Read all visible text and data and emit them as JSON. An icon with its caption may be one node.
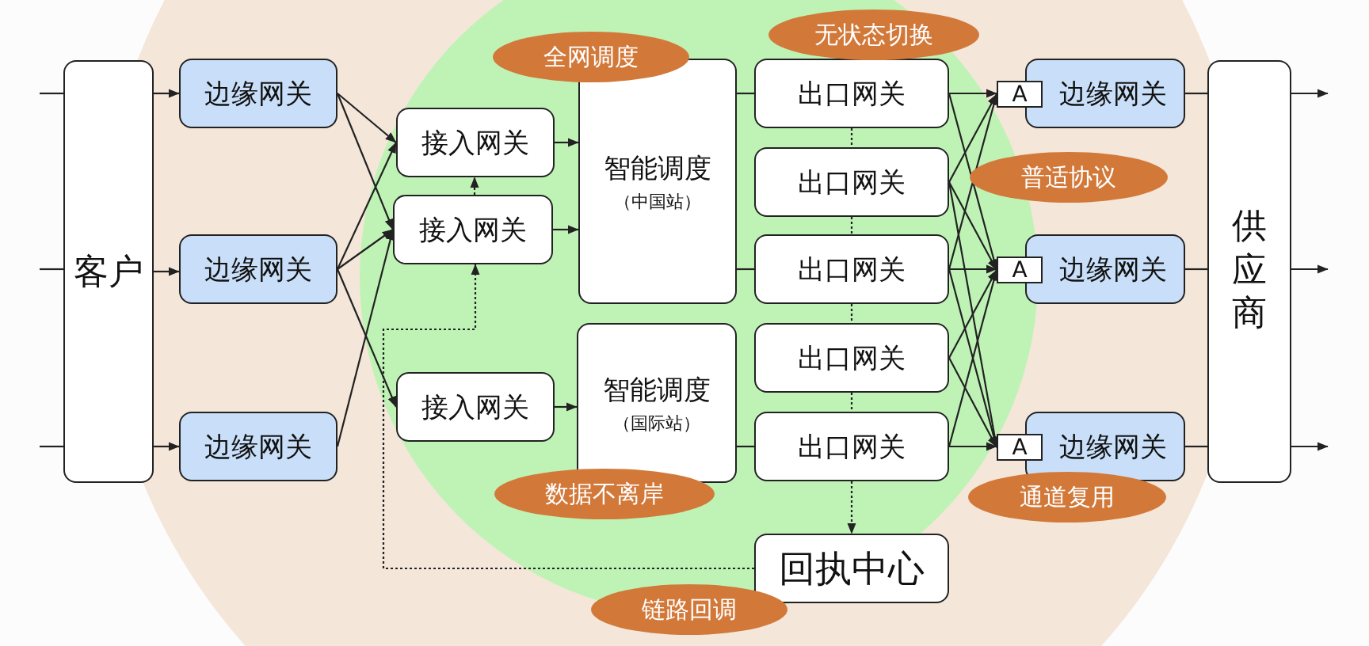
{
  "diagram": {
    "nodes": [
      {
        "text": [
          "客户"
        ]
      },
      {
        "text": [
          "边缘网关"
        ]
      },
      {
        "text": [
          "边缘网关"
        ]
      },
      {
        "text": [
          "边缘网关"
        ]
      },
      {
        "text": [
          "接入网关"
        ]
      },
      {
        "text": [
          "接入网关"
        ]
      },
      {
        "text": [
          "接入网关"
        ]
      },
      {
        "text": [
          "智能调度",
          "（中国站）"
        ]
      },
      {
        "text": [
          "智能调度",
          "（国际站）"
        ]
      },
      {
        "text": [
          "出口网关"
        ]
      },
      {
        "text": [
          "出口网关"
        ]
      },
      {
        "text": [
          "出口网关"
        ]
      },
      {
        "text": [
          "出口网关"
        ]
      },
      {
        "text": [
          "出口网关"
        ]
      },
      {
        "text": [
          "回执中心"
        ]
      },
      {
        "text": [
          "A"
        ]
      },
      {
        "text": [
          "边缘网关"
        ]
      },
      {
        "text": [
          "A"
        ]
      },
      {
        "text": [
          "边缘网关"
        ]
      },
      {
        "text": [
          "A"
        ]
      },
      {
        "text": [
          "边缘网关"
        ]
      },
      {
        "text": [
          "供应商"
        ]
      },
      {
        "text": [
          "全网调度"
        ]
      },
      {
        "text": [
          "无状态切换"
        ]
      },
      {
        "text": [
          "普适协议"
        ]
      },
      {
        "text": [
          "数据不离岸"
        ]
      },
      {
        "text": [
          "通道复用"
        ]
      },
      {
        "text": [
          "链路回调"
        ]
      }
    ],
    "edges": [
      {
        "from": null,
        "to": 0,
        "arrow": "none"
      },
      {
        "from": null,
        "to": 0,
        "arrow": "none"
      },
      {
        "from": null,
        "to": 0,
        "arrow": "none"
      },
      {
        "from": 0,
        "to": 1,
        "arrow": "to"
      },
      {
        "from": 0,
        "to": 2,
        "arrow": "to"
      },
      {
        "from": 0,
        "to": 3,
        "arrow": "to"
      },
      {
        "from": 1,
        "to": 4,
        "arrow": "to"
      },
      {
        "from": 1,
        "to": 5,
        "arrow": "to"
      },
      {
        "from": 2,
        "to": 4,
        "arrow": "to"
      },
      {
        "from": 2,
        "to": 5,
        "arrow": "to"
      },
      {
        "from": 2,
        "to": 6,
        "arrow": "to"
      },
      {
        "from": 3,
        "to": 5,
        "arrow": "to"
      },
      {
        "from": 4,
        "to": 7,
        "arrow": "to"
      },
      {
        "from": 5,
        "to": 7,
        "arrow": "to"
      },
      {
        "from": 6,
        "to": 8,
        "arrow": "to"
      },
      {
        "from": 7,
        "to": 9,
        "arrow": "none"
      },
      {
        "from": 7,
        "to": 11,
        "arrow": "none"
      },
      {
        "from": 8,
        "to": 13,
        "arrow": "none"
      },
      {
        "from": 9,
        "to": 10,
        "arrow": "none",
        "style": "dashed"
      },
      {
        "from": 10,
        "to": 11,
        "arrow": "none",
        "style": "dashed"
      },
      {
        "from": 11,
        "to": 12,
        "arrow": "none",
        "style": "dashed"
      },
      {
        "from": 12,
        "to": 13,
        "arrow": "none",
        "style": "dashed"
      },
      {
        "from": 13,
        "to": 14,
        "arrow": "to",
        "style": "dashed"
      },
      {
        "from": 14,
        "to": 5,
        "arrow": "to",
        "style": "dashed"
      },
      {
        "from": 5,
        "to": 4,
        "arrow": "to",
        "style": "dashed"
      },
      {
        "from": 9,
        "to": 15,
        "arrow": "to"
      },
      {
        "from": 9,
        "to": 17,
        "arrow": "to"
      },
      {
        "from": 10,
        "to": 15,
        "arrow": "to"
      },
      {
        "from": 10,
        "to": 17,
        "arrow": "to"
      },
      {
        "from": 10,
        "to": 19,
        "arrow": "to"
      },
      {
        "from": 11,
        "to": 15,
        "arrow": "to"
      },
      {
        "from": 11,
        "to": 17,
        "arrow": "to"
      },
      {
        "from": 11,
        "to": 19,
        "arrow": "to"
      },
      {
        "from": 12,
        "to": 17,
        "arrow": "to"
      },
      {
        "from": 12,
        "to": 19,
        "arrow": "to"
      },
      {
        "from": 13,
        "to": 17,
        "arrow": "to"
      },
      {
        "from": 13,
        "to": 19,
        "arrow": "to"
      },
      {
        "from": 16,
        "to": 21,
        "arrow": "none"
      },
      {
        "from": 18,
        "to": 21,
        "arrow": "none"
      },
      {
        "from": 20,
        "to": 21,
        "arrow": "none"
      },
      {
        "from": 21,
        "to": null,
        "arrow": "to"
      },
      {
        "from": 21,
        "to": null,
        "arrow": "to"
      },
      {
        "from": 21,
        "to": null,
        "arrow": "to"
      }
    ]
  }
}
